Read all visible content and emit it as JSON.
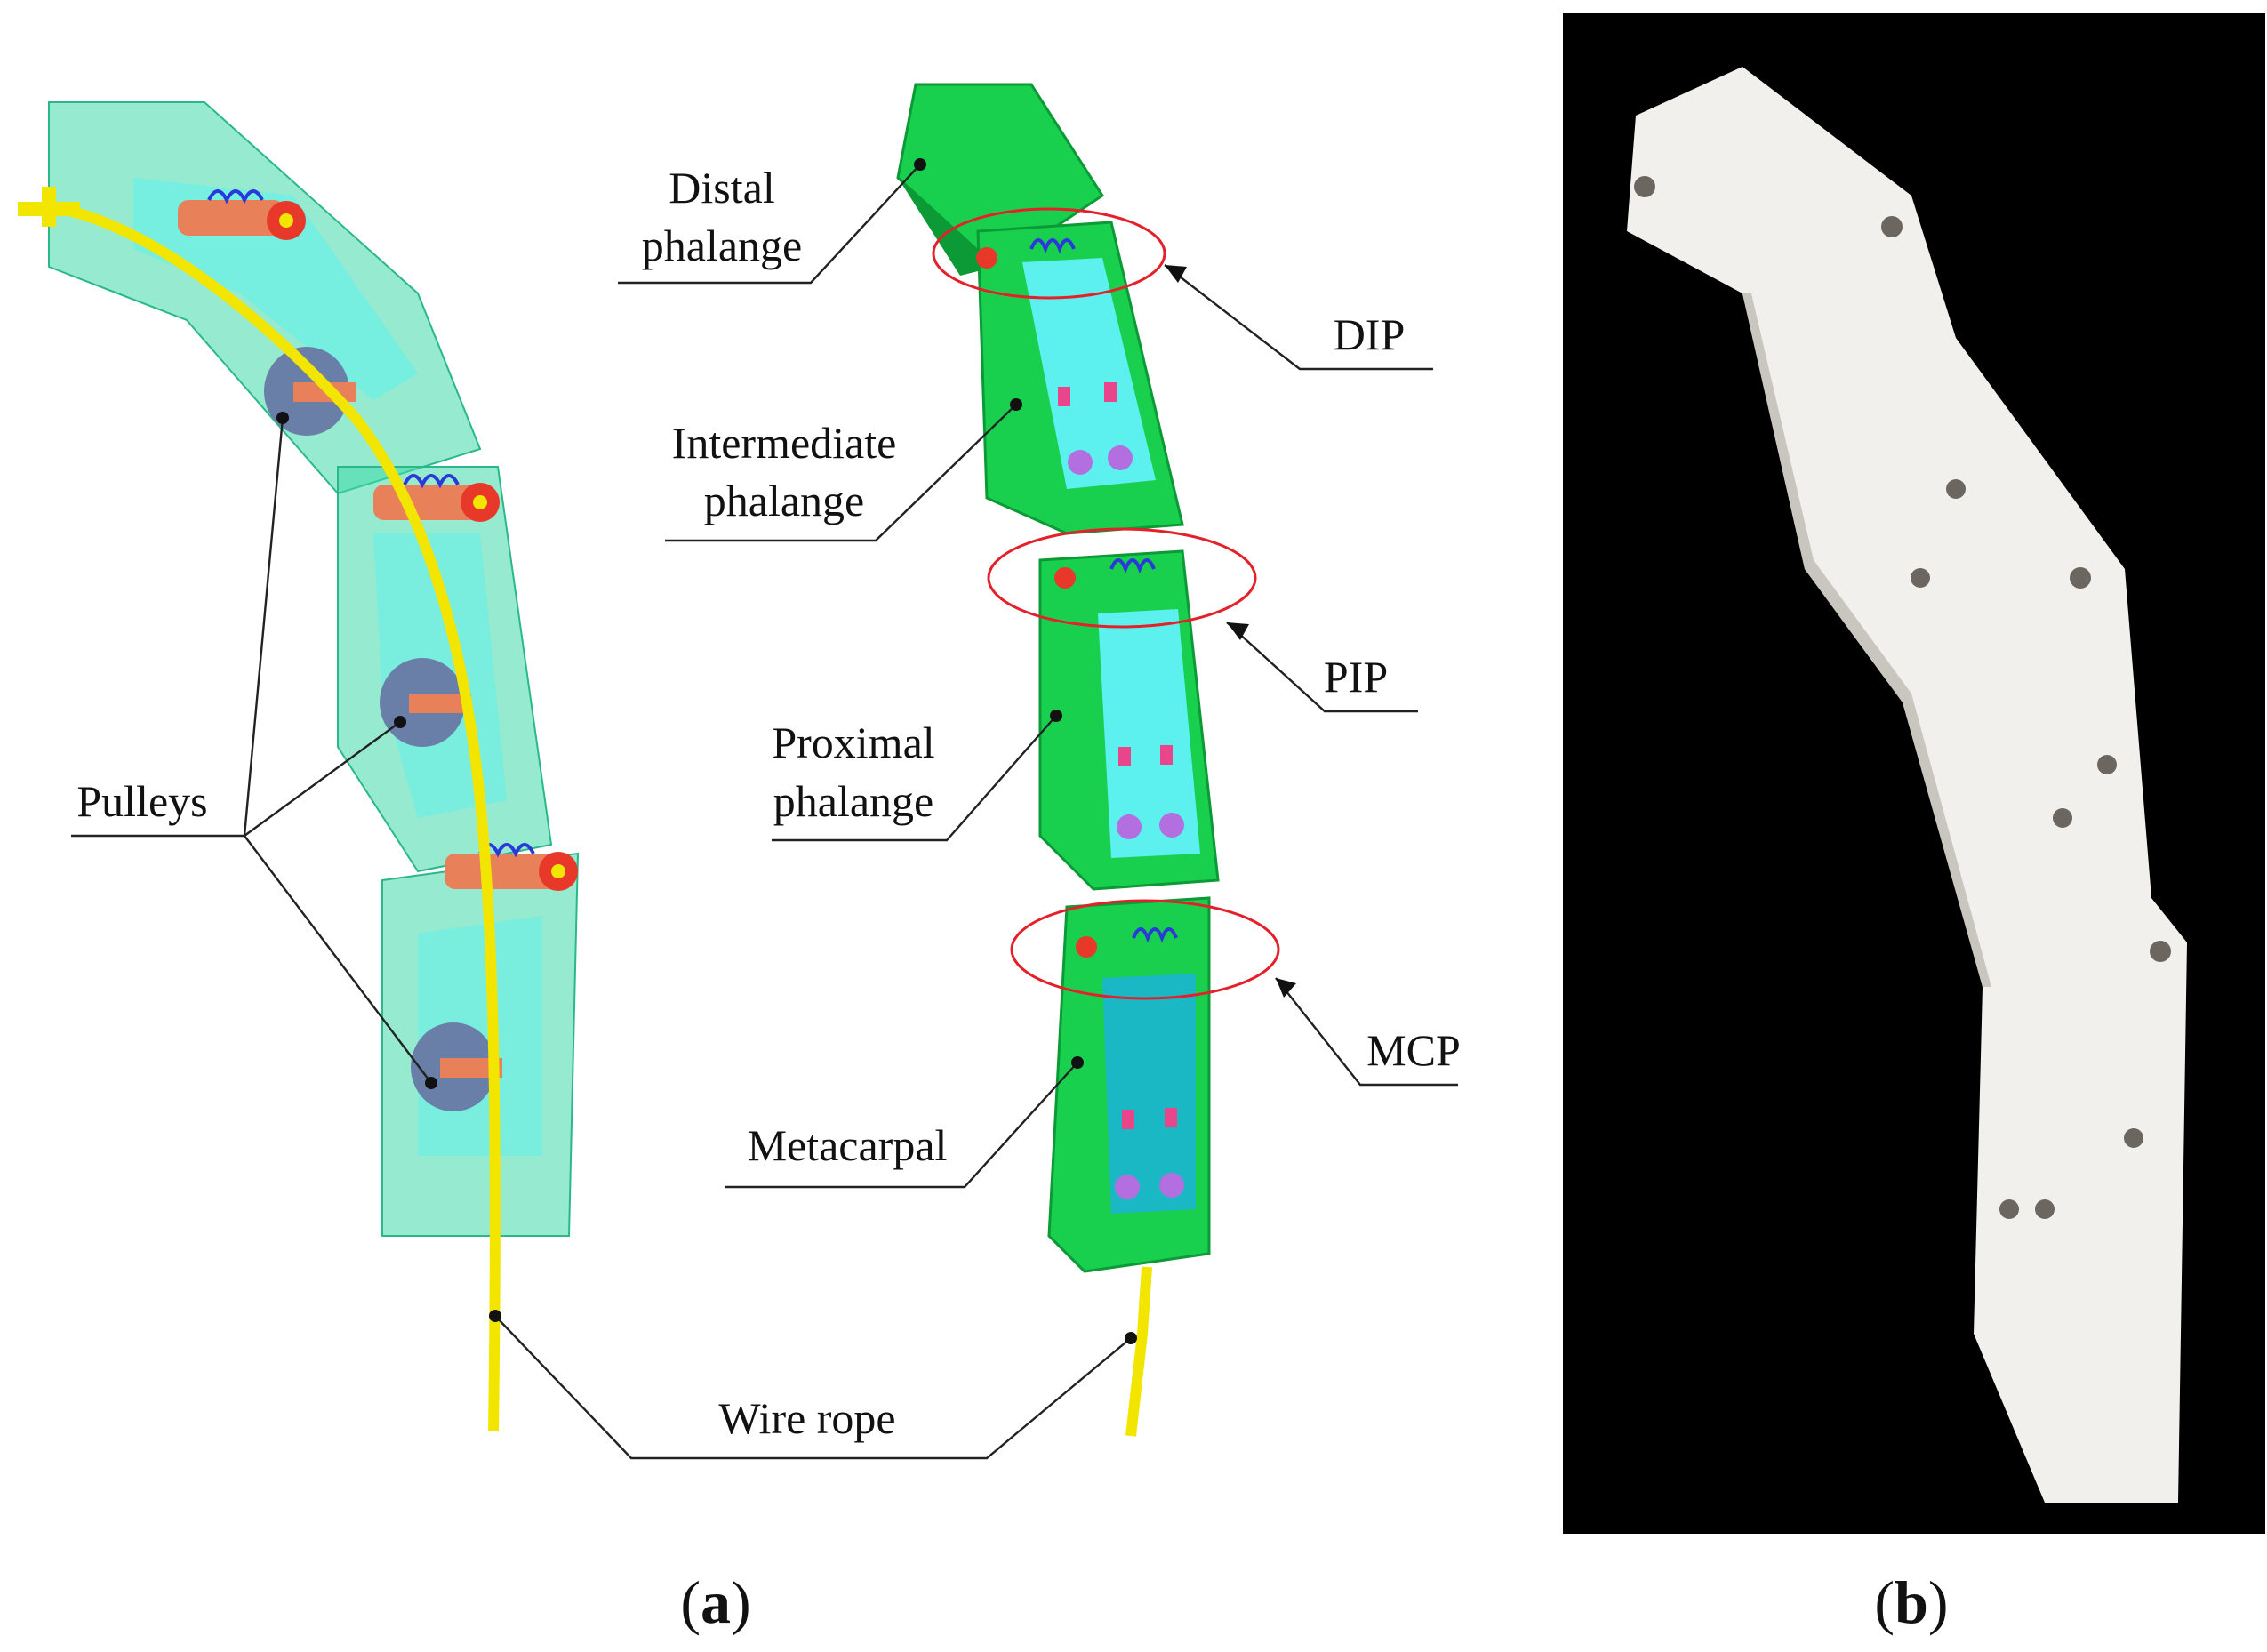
{
  "colors": {
    "green_solid": "#18d04e",
    "green_dark": "#0c9a36",
    "green_transparent": "#3fd8a8",
    "cyan_panel": "#5cf0ee",
    "wire": "#f2e600",
    "pulley": "#6a7fa8",
    "joint_ring": "#e8382a",
    "pink_pin": "#e8458a",
    "photo_bg": "#000000",
    "photo_part": "#f2f0ec"
  },
  "icons": {
    "joint_marker": "ellipse-highlight",
    "leader_marker": "dot-and-line"
  },
  "labels": {
    "distal_line1": "Distal",
    "distal_line2": "phalange",
    "intermediate_line1": "Intermediate",
    "intermediate_line2": "phalange",
    "proximal_line1": "Proximal",
    "proximal_line2": "phalange",
    "metacarpal": "Metacarpal",
    "pulleys": "Pulleys",
    "wire_rope": "Wire rope",
    "dip": "DIP",
    "pip": "PIP",
    "mcp": "MCP"
  },
  "captions": {
    "a_open": "(",
    "a_letter": "a",
    "a_close": ")",
    "b_open": "(",
    "b_letter": "b",
    "b_close": ")"
  }
}
